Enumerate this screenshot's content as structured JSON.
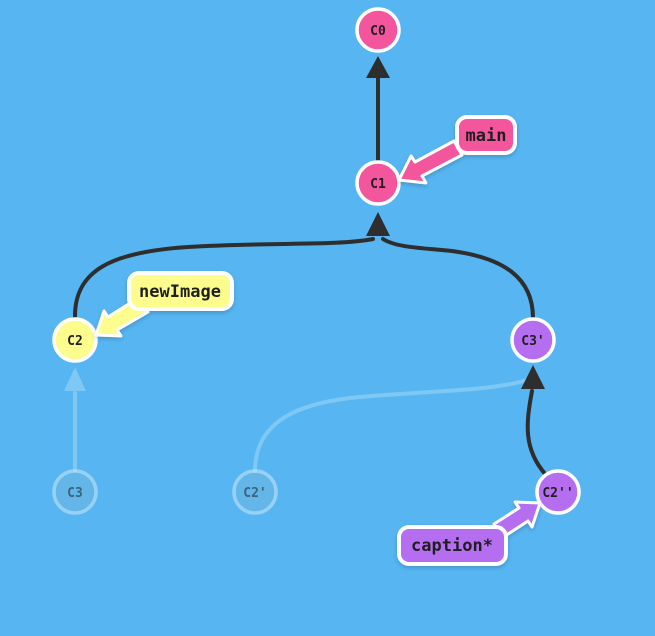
{
  "colors": {
    "background": "#57b6f2",
    "edge": "#2e2e2e",
    "edge_faded": "#8fd0f7",
    "commit_pink": "#f4569d",
    "commit_yellow": "#fcfd8c",
    "commit_purple": "#b56ef0",
    "node_border": "#ffffff",
    "ghost_fill": "#6fb6e0",
    "ghost_border": "#cde9fa",
    "text_dark": "#1f1f1f",
    "text_ghost": "#2f6b8d"
  },
  "commits": {
    "c0": {
      "label": "C0"
    },
    "c1": {
      "label": "C1"
    },
    "c2": {
      "label": "C2"
    },
    "c3_prime": {
      "label": "C3'"
    },
    "c2_double_prime": {
      "label": "C2''"
    },
    "c3_ghost": {
      "label": "C3"
    },
    "c2_prime_ghost": {
      "label": "C2'"
    }
  },
  "refs": {
    "main": {
      "label": "main"
    },
    "new_image": {
      "label": "newImage"
    },
    "caption": {
      "label": "caption*"
    }
  }
}
